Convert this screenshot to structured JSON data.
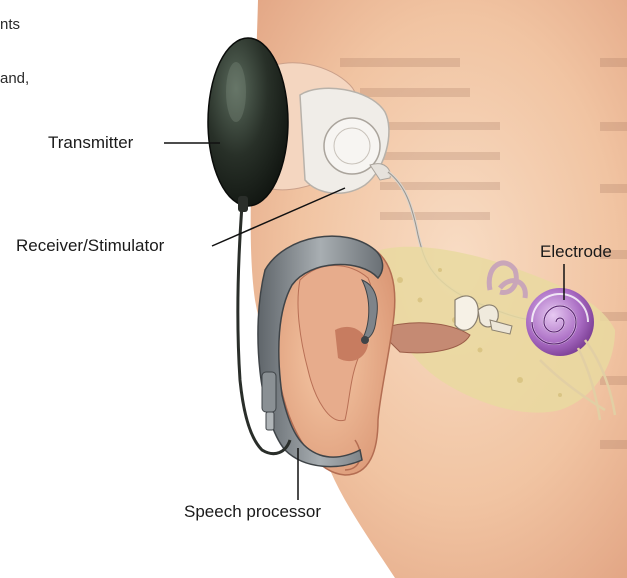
{
  "page_fragments": {
    "top_left_1": "nts",
    "top_left_2": "and,"
  },
  "labels": {
    "transmitter": "Transmitter",
    "receiver": "Receiver/Stimulator",
    "electrode": "Electrode",
    "processor": "Speech processor"
  },
  "colors": {
    "skin": "#f2c7a6",
    "skin_shadow": "#d9997a",
    "device_dark": "#1f2420",
    "processor_gray": "#7c8288",
    "cochlea": "#9a5bb5",
    "bone": "#e6d49a"
  }
}
